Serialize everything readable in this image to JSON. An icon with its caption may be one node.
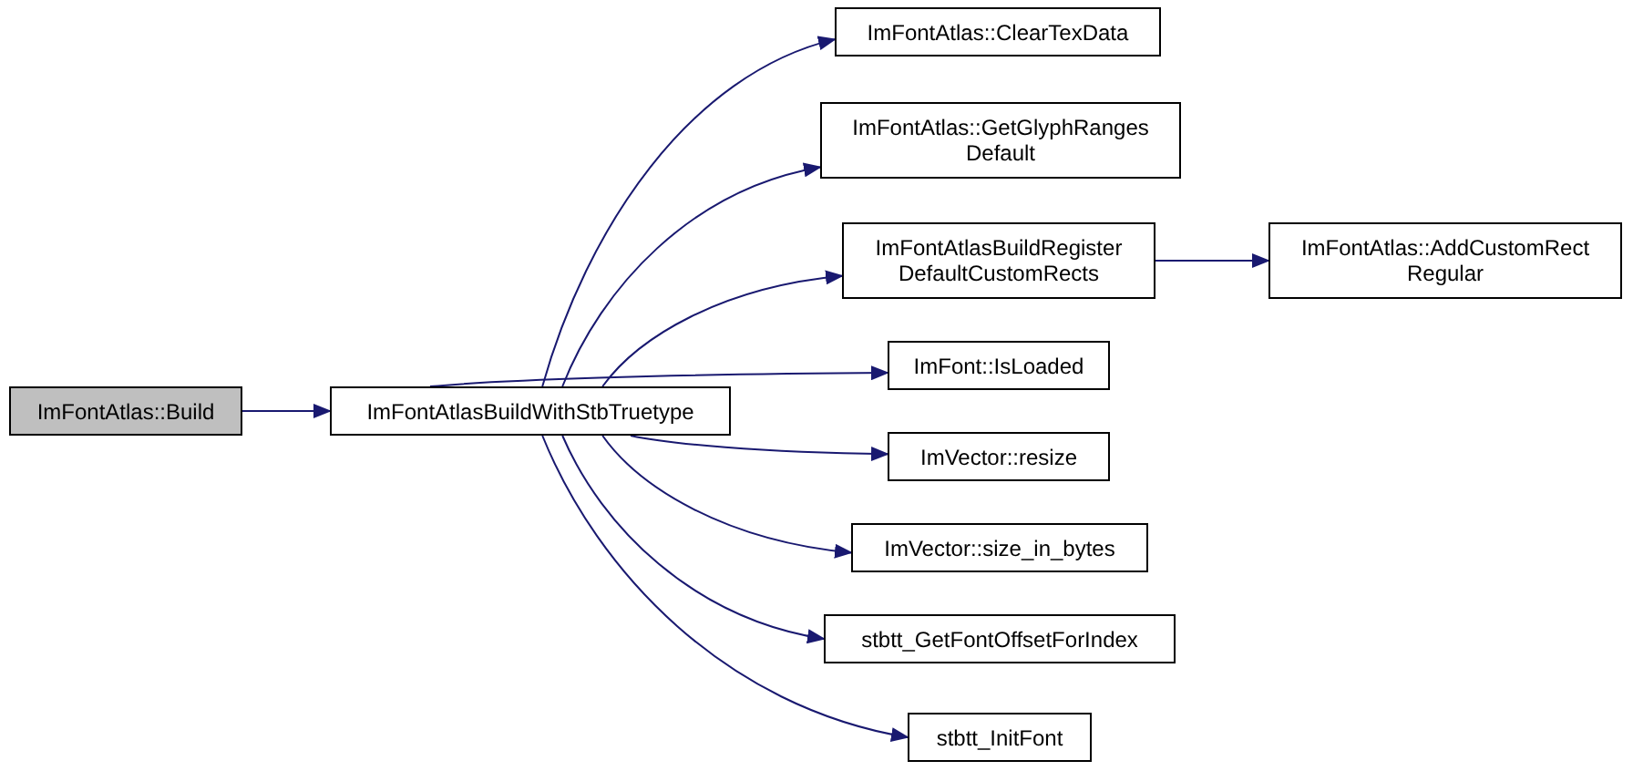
{
  "diagram": {
    "nodes": [
      {
        "text": [
          "ImFontAtlas::Build"
        ]
      },
      {
        "text": [
          "ImFontAtlasBuildWithStbTruetype"
        ]
      },
      {
        "text": [
          "ImFontAtlas::ClearTexData"
        ]
      },
      {
        "text": [
          "ImFontAtlas::GetGlyphRanges Default"
        ]
      },
      {
        "text": [
          "ImFontAtlasBuildRegister DefaultCustomRects"
        ]
      },
      {
        "text": [
          "ImFontAtlas::AddCustomRect Regular"
        ]
      },
      {
        "text": [
          "ImFont::IsLoaded"
        ]
      },
      {
        "text": [
          "ImVector::resize"
        ]
      },
      {
        "text": [
          "ImVector::size_in_bytes"
        ]
      },
      {
        "text": [
          "stbtt_GetFontOffsetForIndex"
        ]
      },
      {
        "text": [
          "stbtt_InitFont"
        ]
      }
    ],
    "edges": [
      {
        "from": 0,
        "to": 1,
        "arrow": "to"
      },
      {
        "from": 1,
        "to": 2,
        "arrow": "to"
      },
      {
        "from": 1,
        "to": 3,
        "arrow": "to"
      },
      {
        "from": 1,
        "to": 4,
        "arrow": "to"
      },
      {
        "from": 4,
        "to": 5,
        "arrow": "to"
      },
      {
        "from": 1,
        "to": 6,
        "arrow": "to"
      },
      {
        "from": 1,
        "to": 7,
        "arrow": "to"
      },
      {
        "from": 1,
        "to": 8,
        "arrow": "to"
      },
      {
        "from": 1,
        "to": 9,
        "arrow": "to"
      },
      {
        "from": 1,
        "to": 10,
        "arrow": "to"
      }
    ]
  }
}
